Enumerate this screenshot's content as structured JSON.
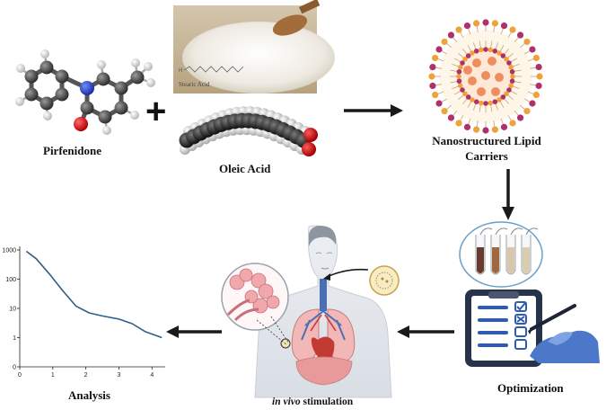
{
  "labels": {
    "pirfenidone": "Pirfenidone",
    "oleic_acid": "Oleic Acid",
    "stearic_acid": "Stearic Acid",
    "nlc": "Nanostructured Lipid Carriers",
    "optimization": "Optimization",
    "analysis": "Analysis",
    "in_vivo_italic": "in vivo",
    "in_vivo_rest": " stimulation",
    "plus": "+"
  },
  "colors": {
    "arrow": "#1a1a1a",
    "lipid_orange": "#f0a23a",
    "lipid_magenta": "#b0306a",
    "core_salmon": "#ee8e5f",
    "curve": "#2f5f8a",
    "tube_liquids": [
      "#6b3a2e",
      "#a0683e",
      "#d8c7a8",
      "#d9cdb0"
    ]
  },
  "chart_data": {
    "type": "line",
    "title": "",
    "xlabel": "",
    "ylabel": "",
    "y_scale": "log",
    "x_ticks": [
      "0",
      "1",
      "2",
      "3",
      "4"
    ],
    "y_ticks": [
      "0",
      "1",
      "10",
      "100",
      "1000"
    ],
    "xlim": [
      0,
      4.4
    ],
    "ylim": [
      0.1,
      1000
    ],
    "series": [
      {
        "x": [
          0.2,
          0.5,
          0.9,
          1.3,
          1.7,
          2.1,
          2.5,
          3.0,
          3.4,
          3.8,
          4.3
        ],
        "y": [
          900,
          500,
          150,
          40,
          12,
          7,
          5.5,
          4.3,
          3,
          1.6,
          1
        ]
      }
    ]
  }
}
